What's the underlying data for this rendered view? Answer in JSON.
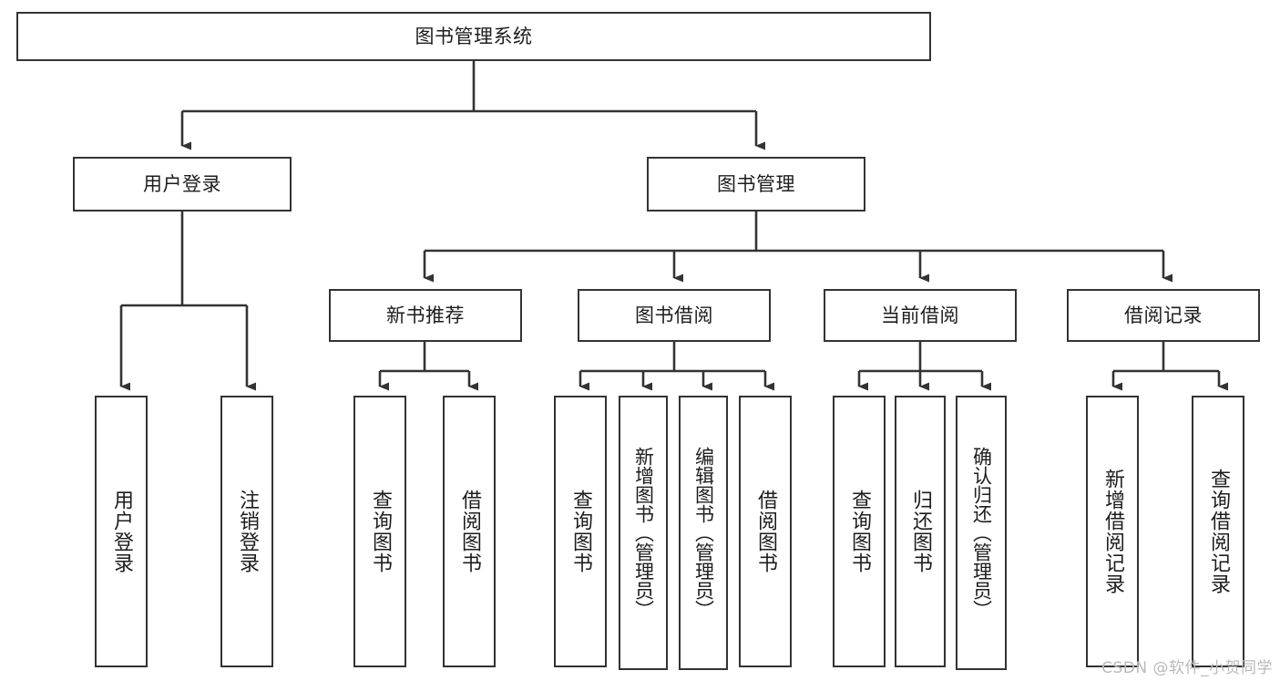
{
  "diagram": {
    "type": "tree",
    "title": "图书管理系统",
    "root": {
      "label": "图书管理系统"
    },
    "level2": [
      {
        "label": "用户登录"
      },
      {
        "label": "图书管理"
      }
    ],
    "level3": [
      {
        "label": "新书推荐"
      },
      {
        "label": "图书借阅"
      },
      {
        "label": "当前借阅"
      },
      {
        "label": "借阅记录"
      }
    ],
    "leaves": {
      "user_login": [
        {
          "label": "用户登录"
        },
        {
          "label": "注销登录"
        }
      ],
      "new_book_recommend": [
        {
          "label": "查询图书"
        },
        {
          "label": "借阅图书"
        }
      ],
      "book_borrow": [
        {
          "label": "查询图书"
        },
        {
          "label": "新增图书（管理员）"
        },
        {
          "label": "编辑图书（管理员）"
        },
        {
          "label": "借阅图书"
        }
      ],
      "current_borrow": [
        {
          "label": "查询图书"
        },
        {
          "label": "归还图书"
        },
        {
          "label": "确认归还（管理员）"
        }
      ],
      "borrow_record": [
        {
          "label": "新增借阅记录"
        },
        {
          "label": "查询借阅记录"
        }
      ]
    },
    "watermark": "CSDN @软件_小贺同学",
    "colors": {
      "stroke": "#333333",
      "box_fill": "#ffffff",
      "text": "#1d1d1d",
      "watermark": "#b9b9b9"
    }
  }
}
